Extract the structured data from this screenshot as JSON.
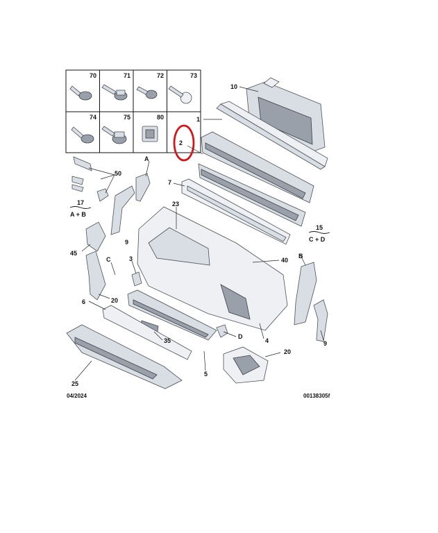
{
  "fastener_table": {
    "row1": [
      "70",
      "71",
      "72",
      "73"
    ],
    "row2": [
      "74",
      "75",
      "80"
    ]
  },
  "callouts": {
    "c1": "1",
    "c2": "2",
    "c4": "4",
    "c5": "5",
    "c6": "6",
    "c7": "7",
    "c9a": "9",
    "c9b": "9",
    "c10": "10",
    "c20a": "20",
    "c20b": "20",
    "c23": "23",
    "c25": "25",
    "c35": "35",
    "c40": "40",
    "c45": "45",
    "c50": "50",
    "cA": "A",
    "cB": "B",
    "cC": "C",
    "cD": "D",
    "c3": "3"
  },
  "groups": {
    "g17_num": "17",
    "g17_sub": "A + B",
    "g15_num": "15",
    "g15_sub": "C + D"
  },
  "footer": {
    "date": "04/2024",
    "ref": "00138305f"
  },
  "colors": {
    "highlight_ring": "#d4161b",
    "part_fill": "#d9dde4",
    "outline": "#4a4f57"
  }
}
